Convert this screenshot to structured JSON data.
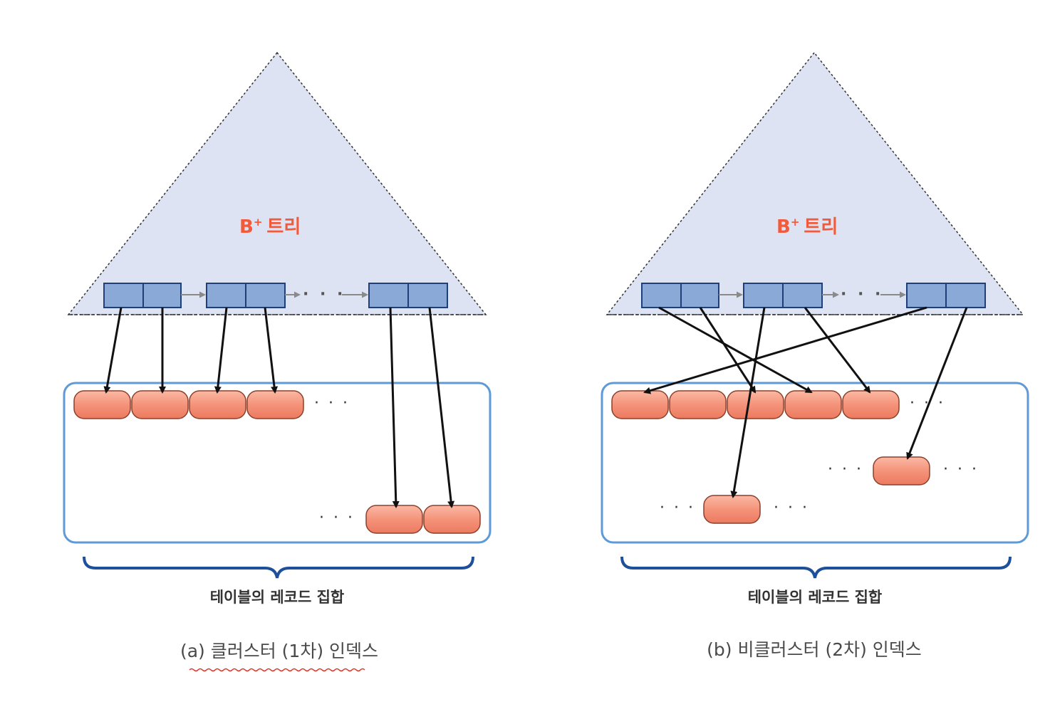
{
  "diagrams": [
    {
      "tree_label": "B",
      "tree_label_sup": "+",
      "tree_label_word": "트리",
      "ellipsis": "· · ·",
      "brace_label": "테이블의 레코드 집합",
      "caption": "(a) 클러스터 (1차) 인덱스"
    },
    {
      "tree_label": "B",
      "tree_label_sup": "+",
      "tree_label_word": "트리",
      "ellipsis": "· · ·",
      "brace_label": "테이블의 레코드 집합",
      "caption": "(b) 비클러스터 (2차) 인덱스"
    }
  ],
  "colors": {
    "triangle_fill": "#dde3f2",
    "index_node": "#8aa9d6",
    "index_border": "#1f3f7a",
    "record_fill": "#f4937a",
    "record_border": "#8c3f2a",
    "table_border": "#5f9ad8",
    "brace": "#1e4f9a",
    "label_orange": "#f15a3a"
  }
}
